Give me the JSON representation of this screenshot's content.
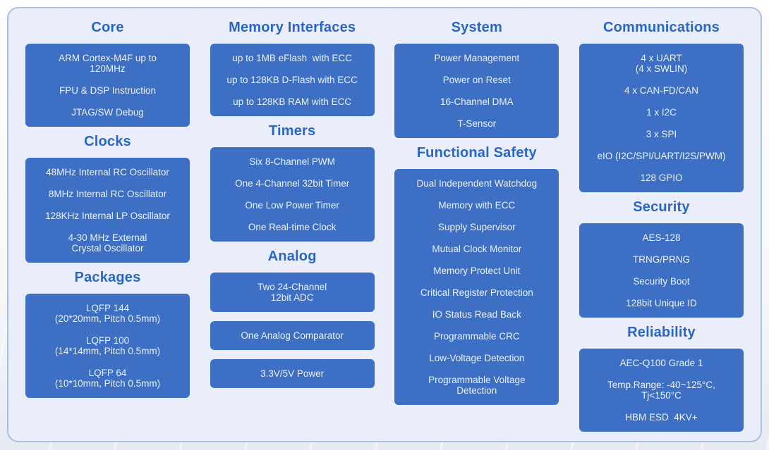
{
  "colors": {
    "heading": "#2a66c5",
    "box_bg": "#3d6fc4",
    "box_text": "#ecf1fb",
    "panel_bg": "#e9eefa",
    "panel_border": "#a6c0e8"
  },
  "columns": [
    {
      "sections": [
        {
          "title": "Core",
          "boxes": [
            [
              "ARM Cortex-M4F up to\n120MHz",
              "FPU & DSP Instruction",
              "JTAG/SW Debug"
            ]
          ]
        },
        {
          "title": "Clocks",
          "boxes": [
            [
              "48MHz Internal RC Oscillator",
              "8MHz Internal RC Oscillator",
              "128KHz Internal LP Oscillator",
              "4-30 MHz External\nCrystal Oscillator"
            ]
          ]
        },
        {
          "title": "Packages",
          "boxes": [
            [
              "LQFP 144\n(20*20mm, Pitch 0.5mm)",
              "LQFP 100\n(14*14mm, Pitch 0.5mm)",
              "LQFP 64\n(10*10mm, Pitch 0.5mm)"
            ]
          ]
        }
      ]
    },
    {
      "sections": [
        {
          "title": "Memory Interfaces",
          "boxes": [
            [
              "up to 1MB eFlash  with ECC",
              "up to 128KB D-Flash with ECC",
              "up to 128KB RAM with ECC"
            ]
          ]
        },
        {
          "title": "Timers",
          "boxes": [
            [
              "Six 8-Channel PWM",
              "One 4-Channel 32bit Timer",
              "One Low Power Timer",
              "One Real-time Clock"
            ]
          ]
        },
        {
          "title": "Analog",
          "boxes": [
            [
              "Two 24-Channel\n12bit ADC"
            ],
            [
              "One Analog Comparator"
            ],
            [
              "3.3V/5V Power"
            ]
          ]
        }
      ]
    },
    {
      "sections": [
        {
          "title": "System",
          "boxes": [
            [
              "Power Management",
              "Power on Reset",
              "16-Channel DMA",
              "T-Sensor"
            ]
          ]
        },
        {
          "title": "Functional Safety",
          "boxes": [
            [
              "Dual Independent Watchdog",
              "Memory with ECC",
              "Supply Supervisor",
              "Mutual Clock Monitor",
              "Memory Protect Unit",
              "Critical Register Protection",
              "IO Status Read Back",
              "Programmable CRC",
              "Low-Voltage Detection",
              "Programmable Voltage\nDetection"
            ]
          ]
        }
      ]
    },
    {
      "sections": [
        {
          "title": "Communications",
          "boxes": [
            [
              "4 x UART\n(4 x SWLIN)",
              "4 x CAN-FD/CAN",
              "1 x I2C",
              "3 x SPI",
              "eIO (I2C/SPI/UART/I2S/PWM)",
              "128 GPIO"
            ]
          ]
        },
        {
          "title": "Security",
          "boxes": [
            [
              "AES-128",
              "TRNG/PRNG",
              "Security Boot",
              "128bit Unique ID"
            ]
          ]
        },
        {
          "title": "Reliability",
          "boxes": [
            [
              "AEC-Q100 Grade 1",
              "Temp.Range: -40~125°C,\nTj<150°C",
              "HBM ESD  4KV+"
            ]
          ]
        }
      ]
    }
  ]
}
